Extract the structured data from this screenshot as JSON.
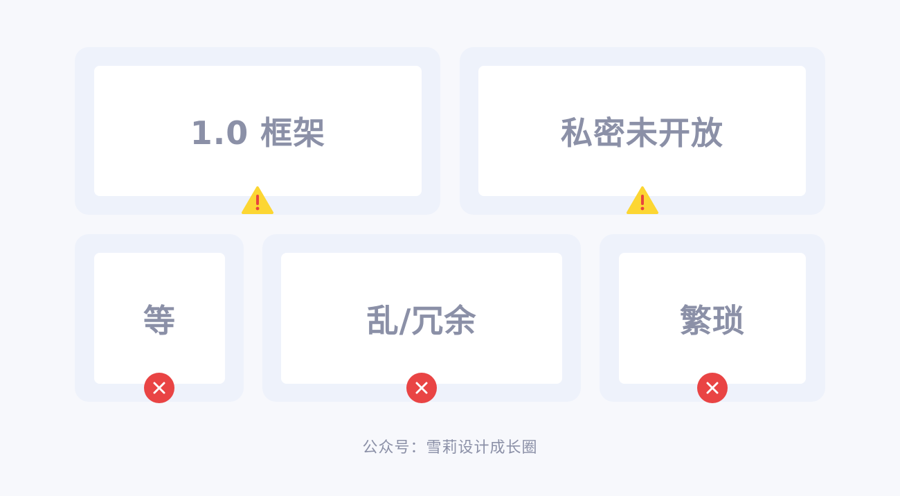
{
  "cards": [
    {
      "label": "1.0 框架",
      "status": "warning",
      "status_icon": "warning-icon"
    },
    {
      "label": "私密未开放",
      "status": "warning",
      "status_icon": "warning-icon"
    },
    {
      "label": "等",
      "status": "error",
      "status_icon": "error-icon"
    },
    {
      "label": "乱/冗余",
      "status": "error",
      "status_icon": "error-icon"
    },
    {
      "label": "繁琐",
      "status": "error",
      "status_icon": "error-icon"
    }
  ],
  "colors": {
    "background": "#f7f8fc",
    "card_outer": "#eef2fb",
    "card_inner": "#ffffff",
    "text": "#8b90a7",
    "warning": "#fcd633",
    "warning_mark": "#e8443e",
    "error": "#e94444"
  },
  "footer": {
    "text": "公众号：雪莉设计成长圈"
  }
}
